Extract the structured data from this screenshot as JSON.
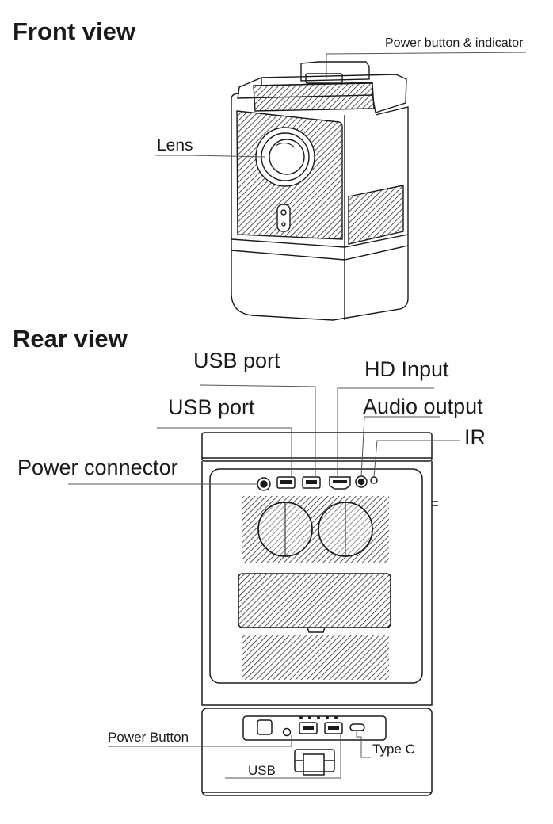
{
  "front": {
    "heading": "Front view",
    "labels": {
      "power_button_indicator": "Power button & indicator",
      "lens": "Lens"
    }
  },
  "rear": {
    "heading": "Rear view",
    "labels": {
      "usb_port_top": "USB port",
      "hd_input": "HD Input",
      "usb_port_second": "USB port",
      "audio_output": "Audio output",
      "ir": "IR",
      "power_connector": "Power connector",
      "power_button": "Power Button",
      "type_c": "Type C",
      "usb": "USB"
    }
  },
  "colors": {
    "line": "#1a1a1a",
    "leader": "#555555",
    "background": "#ffffff"
  }
}
